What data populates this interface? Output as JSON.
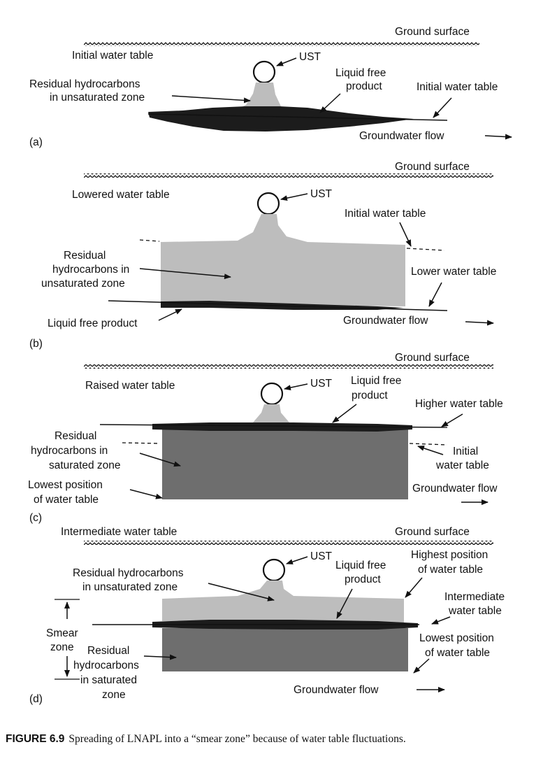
{
  "colors": {
    "ink": "#111111",
    "residual_unsaturated": "#bdbdbd",
    "residual_saturated": "#6e6e6e",
    "free_product": "#1c1c1c"
  },
  "panel_a": {
    "tag": "(a)",
    "ground_surface": "Ground surface",
    "initial_water_table_left": "Initial water table",
    "ust": "UST",
    "residual": [
      "Residual hydrocarbons",
      "in unsaturated zone"
    ],
    "liquid_free_product": [
      "Liquid free",
      "product"
    ],
    "initial_water_table_right": "Initial water table",
    "groundwater_flow": "Groundwater flow"
  },
  "panel_b": {
    "tag": "(b)",
    "ground_surface": "Ground surface",
    "lowered_water_table": "Lowered water table",
    "ust": "UST",
    "initial_water_table": "Initial water table",
    "residual": [
      "Residual",
      "hydrocarbons in",
      "unsaturated zone"
    ],
    "lower_water_table": "Lower water table",
    "liquid_free_product": "Liquid free product",
    "groundwater_flow": "Groundwater flow"
  },
  "panel_c": {
    "tag": "(c)",
    "ground_surface": "Ground surface",
    "raised_water_table": "Raised water table",
    "ust": "UST",
    "liquid_free_product": [
      "Liquid free",
      "product"
    ],
    "higher_water_table": "Higher water table",
    "residual": [
      "Residual",
      "hydrocarbons in",
      "saturated zone"
    ],
    "initial_water_table": [
      "Initial",
      "water table"
    ],
    "lowest_position": [
      "Lowest position",
      "of water table"
    ],
    "groundwater_flow": "Groundwater flow"
  },
  "panel_d": {
    "tag": "(d)",
    "intermediate_water_table_top": "Intermediate water table",
    "ground_surface": "Ground surface",
    "ust": "UST",
    "liquid_free_product": [
      "Liquid free",
      "product"
    ],
    "residual_unsaturated": [
      "Residual hydrocarbons",
      "in unsaturated zone"
    ],
    "highest_position": [
      "Highest position",
      "of water table"
    ],
    "intermediate_water_table": [
      "Intermediate",
      "water table"
    ],
    "smear_zone": [
      "Smear",
      "zone"
    ],
    "residual_saturated": [
      "Residual",
      "hydrocarbons",
      "in saturated",
      "zone"
    ],
    "lowest_position": [
      "Lowest position",
      "of water table"
    ],
    "groundwater_flow": "Groundwater flow"
  },
  "caption": {
    "label": "FIGURE 6.9",
    "text": "Spreading of LNAPL into a “smear zone” because of water table fluctuations."
  }
}
